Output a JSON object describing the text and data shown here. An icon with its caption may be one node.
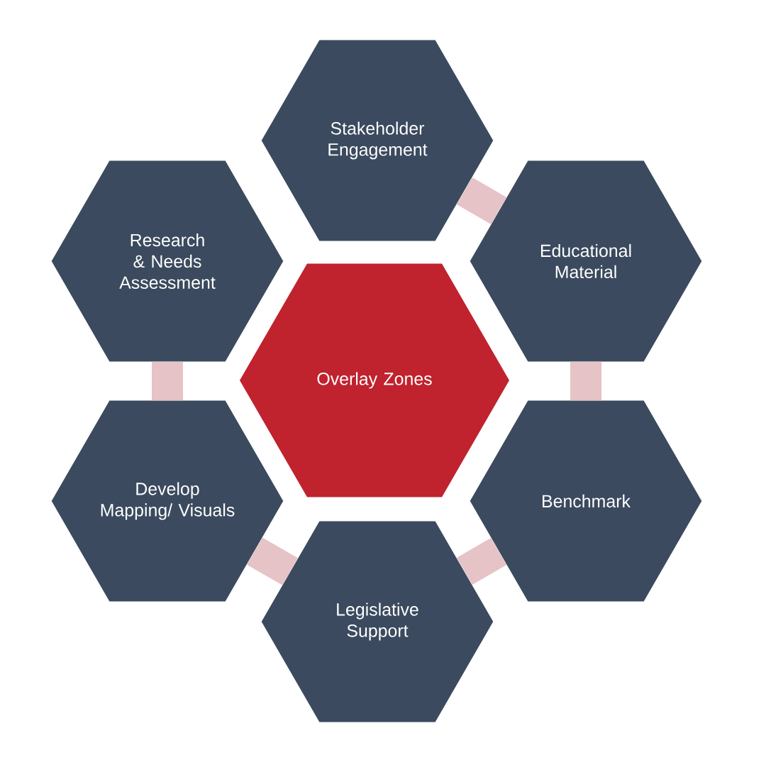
{
  "diagram": {
    "nodes": [
      {
        "text": [
          "Overlay Zones"
        ]
      },
      {
        "text": [
          "Stakeholder Engagement"
        ]
      },
      {
        "text": [
          "Educational Material"
        ]
      },
      {
        "text": [
          "Benchmark"
        ]
      },
      {
        "text": [
          "Legislative Support"
        ]
      },
      {
        "text": [
          "Develop Mapping/ Visuals"
        ]
      },
      {
        "text": [
          "Research & Needs Assessment"
        ]
      }
    ],
    "edges": [
      {
        "from": 1,
        "to": 2,
        "arrow": "none"
      },
      {
        "from": 2,
        "to": 3,
        "arrow": "none"
      },
      {
        "from": 3,
        "to": 4,
        "arrow": "none"
      },
      {
        "from": 4,
        "to": 5,
        "arrow": "none"
      },
      {
        "from": 5,
        "to": 6,
        "arrow": "none"
      }
    ]
  }
}
